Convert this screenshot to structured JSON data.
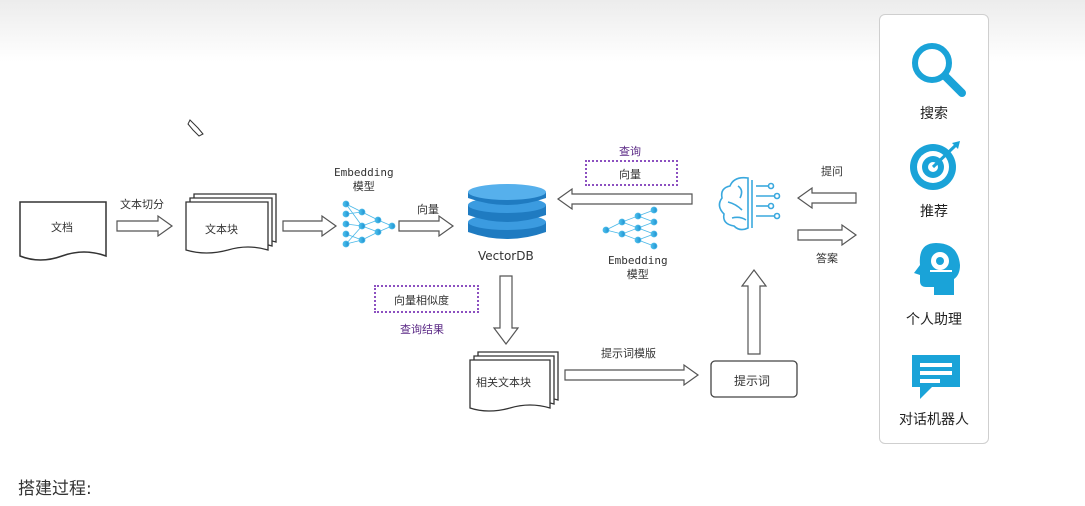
{
  "diagram": {
    "document": "文档",
    "split_label": "文本切分",
    "chunks": "文本块",
    "embedding_model_left": "Embedding\n模型",
    "vector_left": "向量",
    "vectordb": "VectorDB",
    "query_label": "查询",
    "vector_right": "向量",
    "embedding_model_right": "Embedding\n模型",
    "ask_label": "提问",
    "answer_label": "答案",
    "similarity": "向量相似度",
    "query_result": "查询结果",
    "related_chunks": "相关文本块",
    "prompt_template": "提示词模版",
    "prompt": "提示词"
  },
  "sidebar": {
    "items": [
      {
        "label": "搜索",
        "icon": "search-icon"
      },
      {
        "label": "推荐",
        "icon": "target-icon"
      },
      {
        "label": "个人助理",
        "icon": "assistant-head-icon"
      },
      {
        "label": "对话机器人",
        "icon": "chat-icon"
      }
    ]
  },
  "footer": {
    "text": "搭建过程:"
  },
  "colors": {
    "accent": "#1aa3d8",
    "dbblue": "#1f7bc1",
    "purple": "#5b2a86"
  }
}
